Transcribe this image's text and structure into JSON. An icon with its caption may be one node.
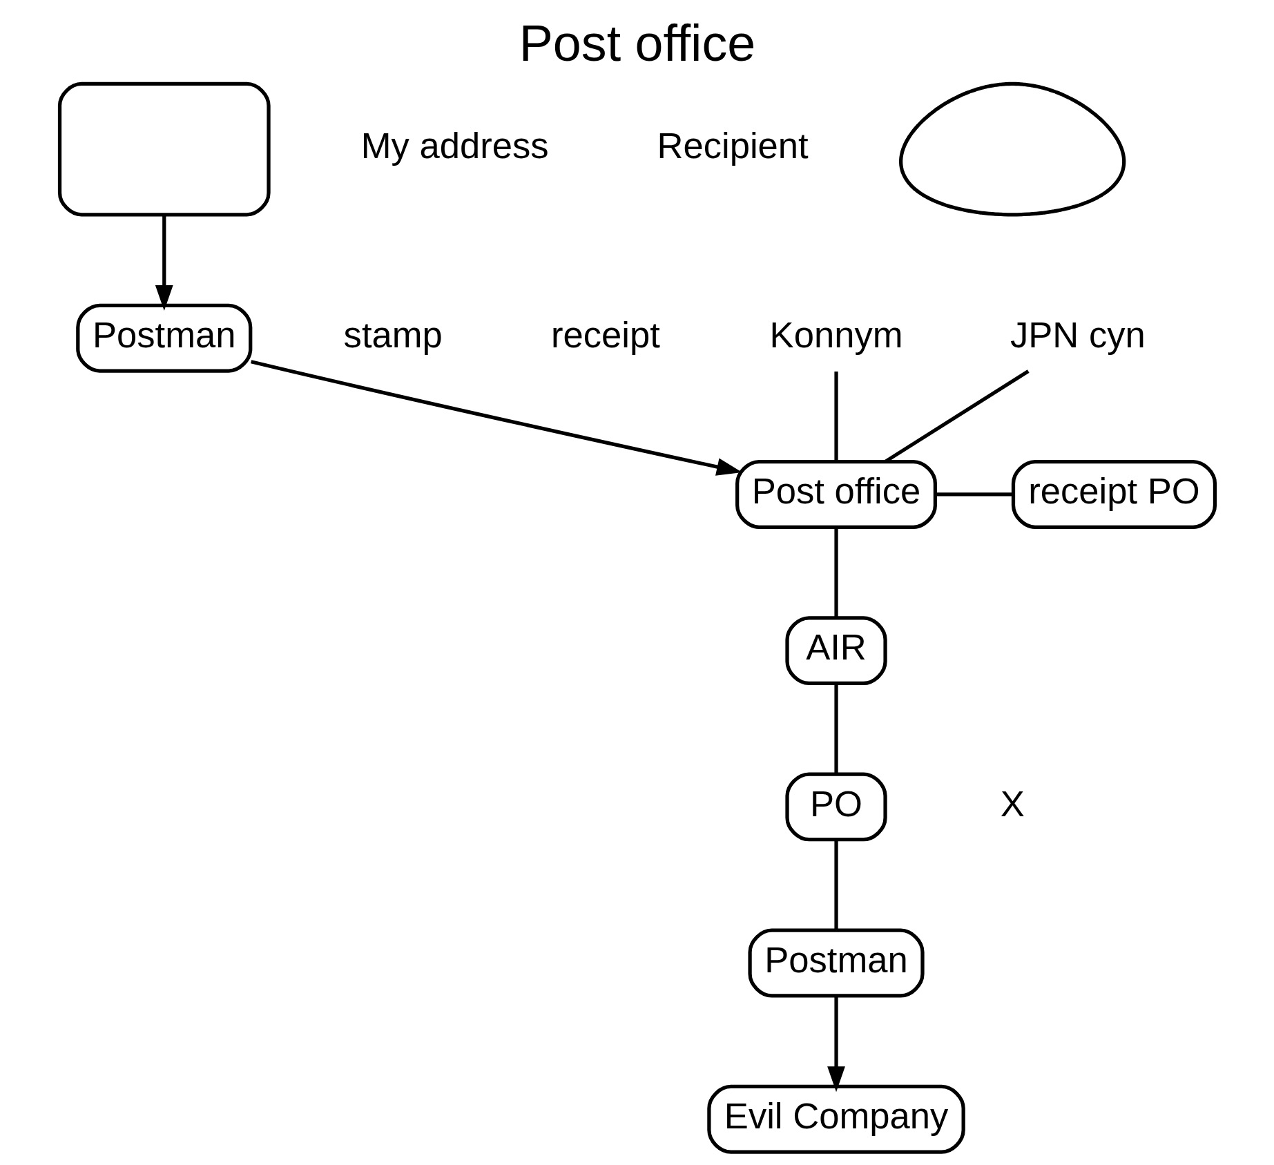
{
  "diagram": {
    "title": "Post office",
    "nodes": [
      {
        "text": [],
        "shape": "box",
        "beside": [
          "My address",
          "Recipient"
        ]
      },
      {
        "text": [
          "Postman"
        ],
        "beside": [
          "stamp",
          "receipt"
        ]
      },
      {
        "text": [
          "Post office"
        ]
      },
      {
        "text": [
          "receipt PO"
        ]
      },
      {
        "text": [
          "Konnym"
        ]
      },
      {
        "text": [
          "JPN cyn"
        ]
      },
      {
        "text": [
          "AIR"
        ]
      },
      {
        "text": [
          "PO"
        ],
        "beside": [
          "X"
        ]
      },
      {
        "text": [
          "Postman"
        ]
      },
      {
        "text": [
          "Evil Company"
        ]
      },
      {
        "text": [],
        "shape": "cloud"
      }
    ],
    "edges": [
      {
        "from": 0,
        "to": 1,
        "arrow": "to"
      },
      {
        "from": 1,
        "to": 2,
        "arrow": "to"
      },
      {
        "from": 2,
        "to": 3,
        "arrow": "none"
      },
      {
        "from": 4,
        "to": 2,
        "arrow": "none"
      },
      {
        "from": 5,
        "to": 2,
        "arrow": "none"
      },
      {
        "from": 2,
        "to": 6,
        "arrow": "none"
      },
      {
        "from": 6,
        "to": 7,
        "arrow": "none"
      },
      {
        "from": 7,
        "to": 8,
        "arrow": "none"
      },
      {
        "from": 8,
        "to": 9,
        "arrow": "to"
      }
    ]
  }
}
